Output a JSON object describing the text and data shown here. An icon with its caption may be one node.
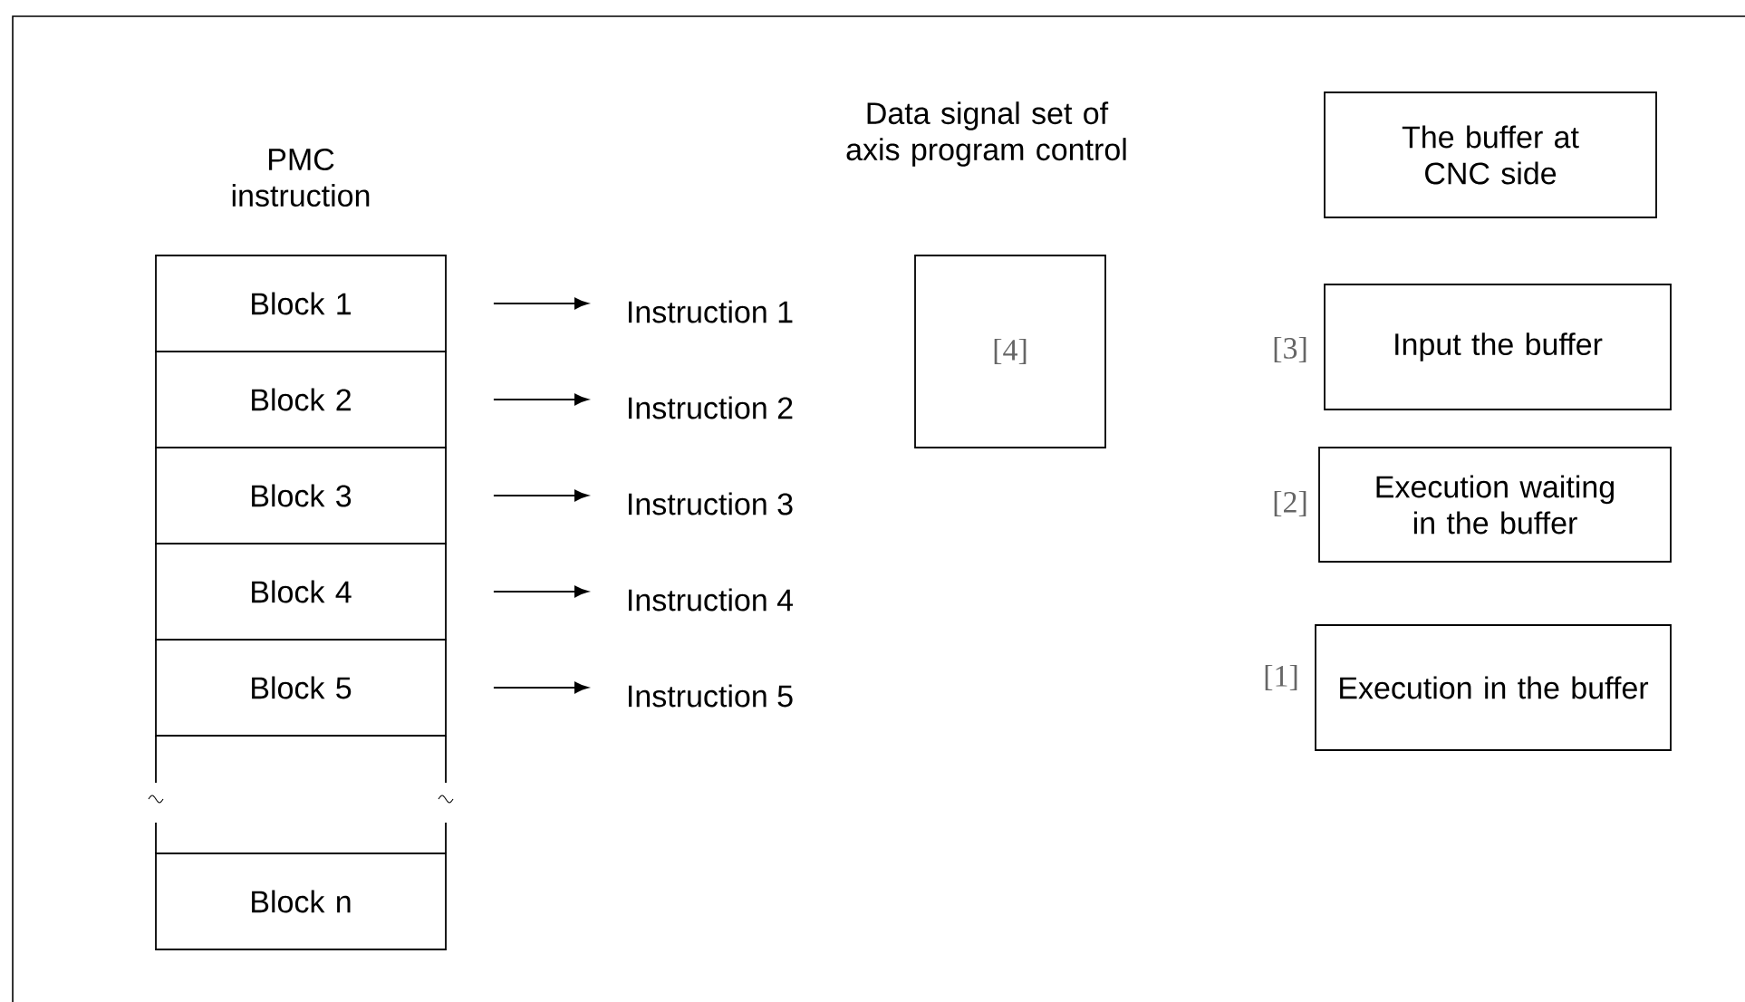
{
  "diagram": {
    "nodes": [
      {
        "text": [
          "Block 1"
        ]
      },
      {
        "text": [
          "Block 2"
        ]
      },
      {
        "text": [
          "Block 3"
        ]
      },
      {
        "text": [
          "Block 4"
        ]
      },
      {
        "text": [
          "Block 5"
        ]
      },
      {
        "text": [
          "Block n"
        ]
      },
      {
        "text": [
          "Instruction 1"
        ]
      },
      {
        "text": [
          "Instruction 2"
        ]
      },
      {
        "text": [
          "Instruction 3"
        ]
      },
      {
        "text": [
          "Instruction 4"
        ]
      },
      {
        "text": [
          "Instruction 5"
        ]
      },
      {
        "text": [
          "Data signal set of axis program control",
          "[4]"
        ]
      },
      {
        "text": [
          "The buffer at CNC side"
        ]
      },
      {
        "text": [
          "Input the buffer"
        ],
        "beside": [
          "[3]"
        ]
      },
      {
        "text": [
          "Execution waiting in the buffer"
        ],
        "beside": [
          "[2]"
        ]
      },
      {
        "text": [
          "Execution in the buffer"
        ],
        "beside": [
          "[1]"
        ]
      }
    ],
    "edges": [
      {
        "from": 0,
        "to": 6,
        "arrow": "to"
      },
      {
        "from": 1,
        "to": 7,
        "arrow": "to"
      },
      {
        "from": 2,
        "to": 8,
        "arrow": "to"
      },
      {
        "from": 3,
        "to": 9,
        "arrow": "to"
      },
      {
        "from": 4,
        "to": 10,
        "arrow": "to"
      }
    ],
    "labels": [
      "PMC instruction"
    ]
  }
}
